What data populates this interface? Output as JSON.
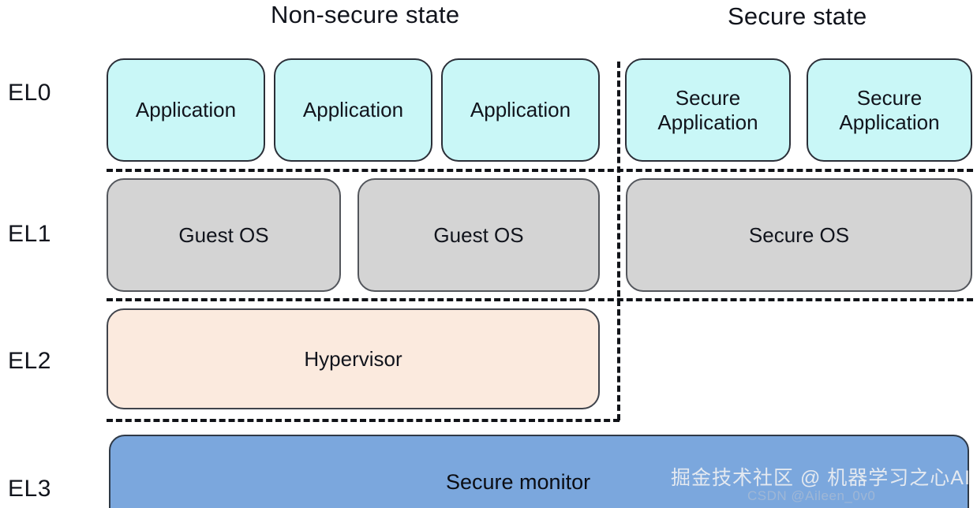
{
  "diagram": {
    "title_nonsecure": "Non-secure state",
    "title_secure": "Secure state",
    "exception_levels": [
      {
        "label": "EL0"
      },
      {
        "label": "EL1"
      },
      {
        "label": "EL2"
      },
      {
        "label": "EL3"
      }
    ],
    "el0": {
      "nonsecure_boxes": [
        {
          "label": "Application"
        },
        {
          "label": "Application"
        },
        {
          "label": "Application"
        }
      ],
      "secure_boxes": [
        {
          "label": "Secure\nApplication"
        },
        {
          "label": "Secure\nApplication"
        }
      ]
    },
    "el1": {
      "nonsecure_boxes": [
        {
          "label": "Guest OS"
        },
        {
          "label": "Guest OS"
        }
      ],
      "secure_boxes": [
        {
          "label": "Secure OS"
        }
      ]
    },
    "el2": {
      "nonsecure_boxes": [
        {
          "label": "Hypervisor"
        }
      ],
      "secure_boxes": []
    },
    "el3": {
      "full_width_box": {
        "label": "Secure monitor"
      }
    },
    "colors": {
      "application": "#c9f7f7",
      "os": "#d4d4d4",
      "hypervisor": "#fbeade",
      "secure_monitor": "#7ba7dd",
      "border": "#2b2f38",
      "background": "#ffffff",
      "text": "#11141c"
    }
  },
  "watermarks": {
    "primary": "掘金技术社区 @ 机器学习之心AI",
    "secondary": "CSDN @Aileen_0v0"
  }
}
